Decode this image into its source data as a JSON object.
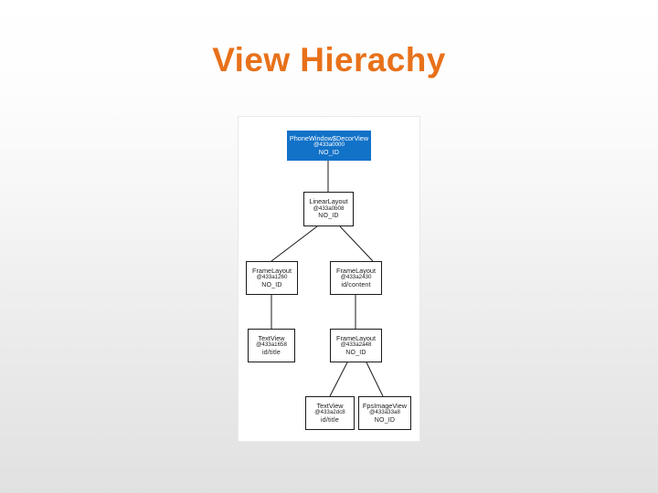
{
  "slide": {
    "title": "View Hierachy",
    "title_color": "#e8711a",
    "background_top": "#ffffff",
    "background_bottom": "#e1e1e1"
  },
  "diagram": {
    "type": "tree",
    "root_fill_color": "#1272c8",
    "node_fill_color": "#ffffff",
    "node_border_color": "#1a1a1a",
    "edge_color": "#1a1a1a",
    "nodes": [
      {
        "key": "phonewindow-decorview",
        "class_name": "PhoneWindow$DecorView",
        "address": "@433a0000",
        "view_id": "NO_ID",
        "highlighted": true
      },
      {
        "key": "linearlayout",
        "class_name": "LinearLayout",
        "address": "@433a0b08",
        "view_id": "NO_ID",
        "highlighted": false
      },
      {
        "key": "framelayout-left",
        "class_name": "FrameLayout",
        "address": "@433a1260",
        "view_id": "NO_ID",
        "highlighted": false
      },
      {
        "key": "framelayout-right",
        "class_name": "FrameLayout",
        "address": "@433a2430",
        "view_id": "id/content",
        "highlighted": false
      },
      {
        "key": "textview-title",
        "class_name": "TextView",
        "address": "@433a1658",
        "view_id": "id/title",
        "highlighted": false
      },
      {
        "key": "framelayout-inner",
        "class_name": "FrameLayout",
        "address": "@433a2a48",
        "view_id": "NO_ID",
        "highlighted": false
      },
      {
        "key": "textview-bottom",
        "class_name": "TextView",
        "address": "@433a2dc8",
        "view_id": "id/title",
        "highlighted": false
      },
      {
        "key": "fpsimageview",
        "class_name": "FpsImageView",
        "address": "@433a33a8",
        "view_id": "NO_ID",
        "highlighted": false
      }
    ],
    "edges": [
      {
        "from": "phonewindow-decorview",
        "to": "linearlayout"
      },
      {
        "from": "linearlayout",
        "to": "framelayout-left"
      },
      {
        "from": "linearlayout",
        "to": "framelayout-right"
      },
      {
        "from": "framelayout-left",
        "to": "textview-title"
      },
      {
        "from": "framelayout-right",
        "to": "framelayout-inner"
      },
      {
        "from": "framelayout-inner",
        "to": "textview-bottom"
      },
      {
        "from": "framelayout-inner",
        "to": "fpsimageview"
      }
    ]
  }
}
